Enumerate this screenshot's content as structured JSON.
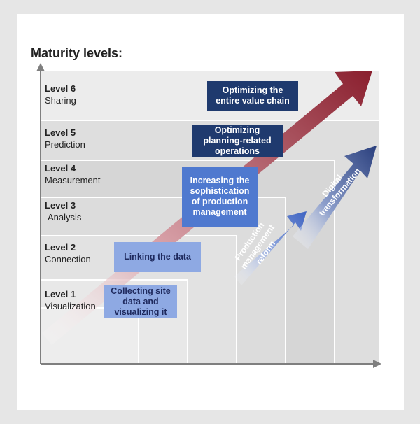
{
  "title": "Maturity levels:",
  "levels": [
    {
      "num": "Level 6",
      "name": "Sharing"
    },
    {
      "num": "Level 5",
      "name": "Prediction"
    },
    {
      "num": "Level 4",
      "name": "Measurement"
    },
    {
      "num": "Level 3",
      "name": "Analysis"
    },
    {
      "num": "Level 2",
      "name": "Connection"
    },
    {
      "num": "Level 1",
      "name": "Visualization"
    }
  ],
  "boxes": {
    "level1": "Collecting site data and visualizing it",
    "level2": "Linking  the data",
    "level4": "Increasing the sophistication of production management",
    "level5": "Optimizing planning-related operations",
    "level6": "Optimizing the entire value chain"
  },
  "arrows": {
    "production": "Production management reform",
    "digital": "Digital transformation"
  },
  "colors": {
    "red_arrow": "#8a1f2e",
    "blue_arrow": "#2f4a8e",
    "box_light": "#8ea9e3",
    "box_mid": "#4f79cf",
    "box_dark": "#1f3a6e"
  }
}
